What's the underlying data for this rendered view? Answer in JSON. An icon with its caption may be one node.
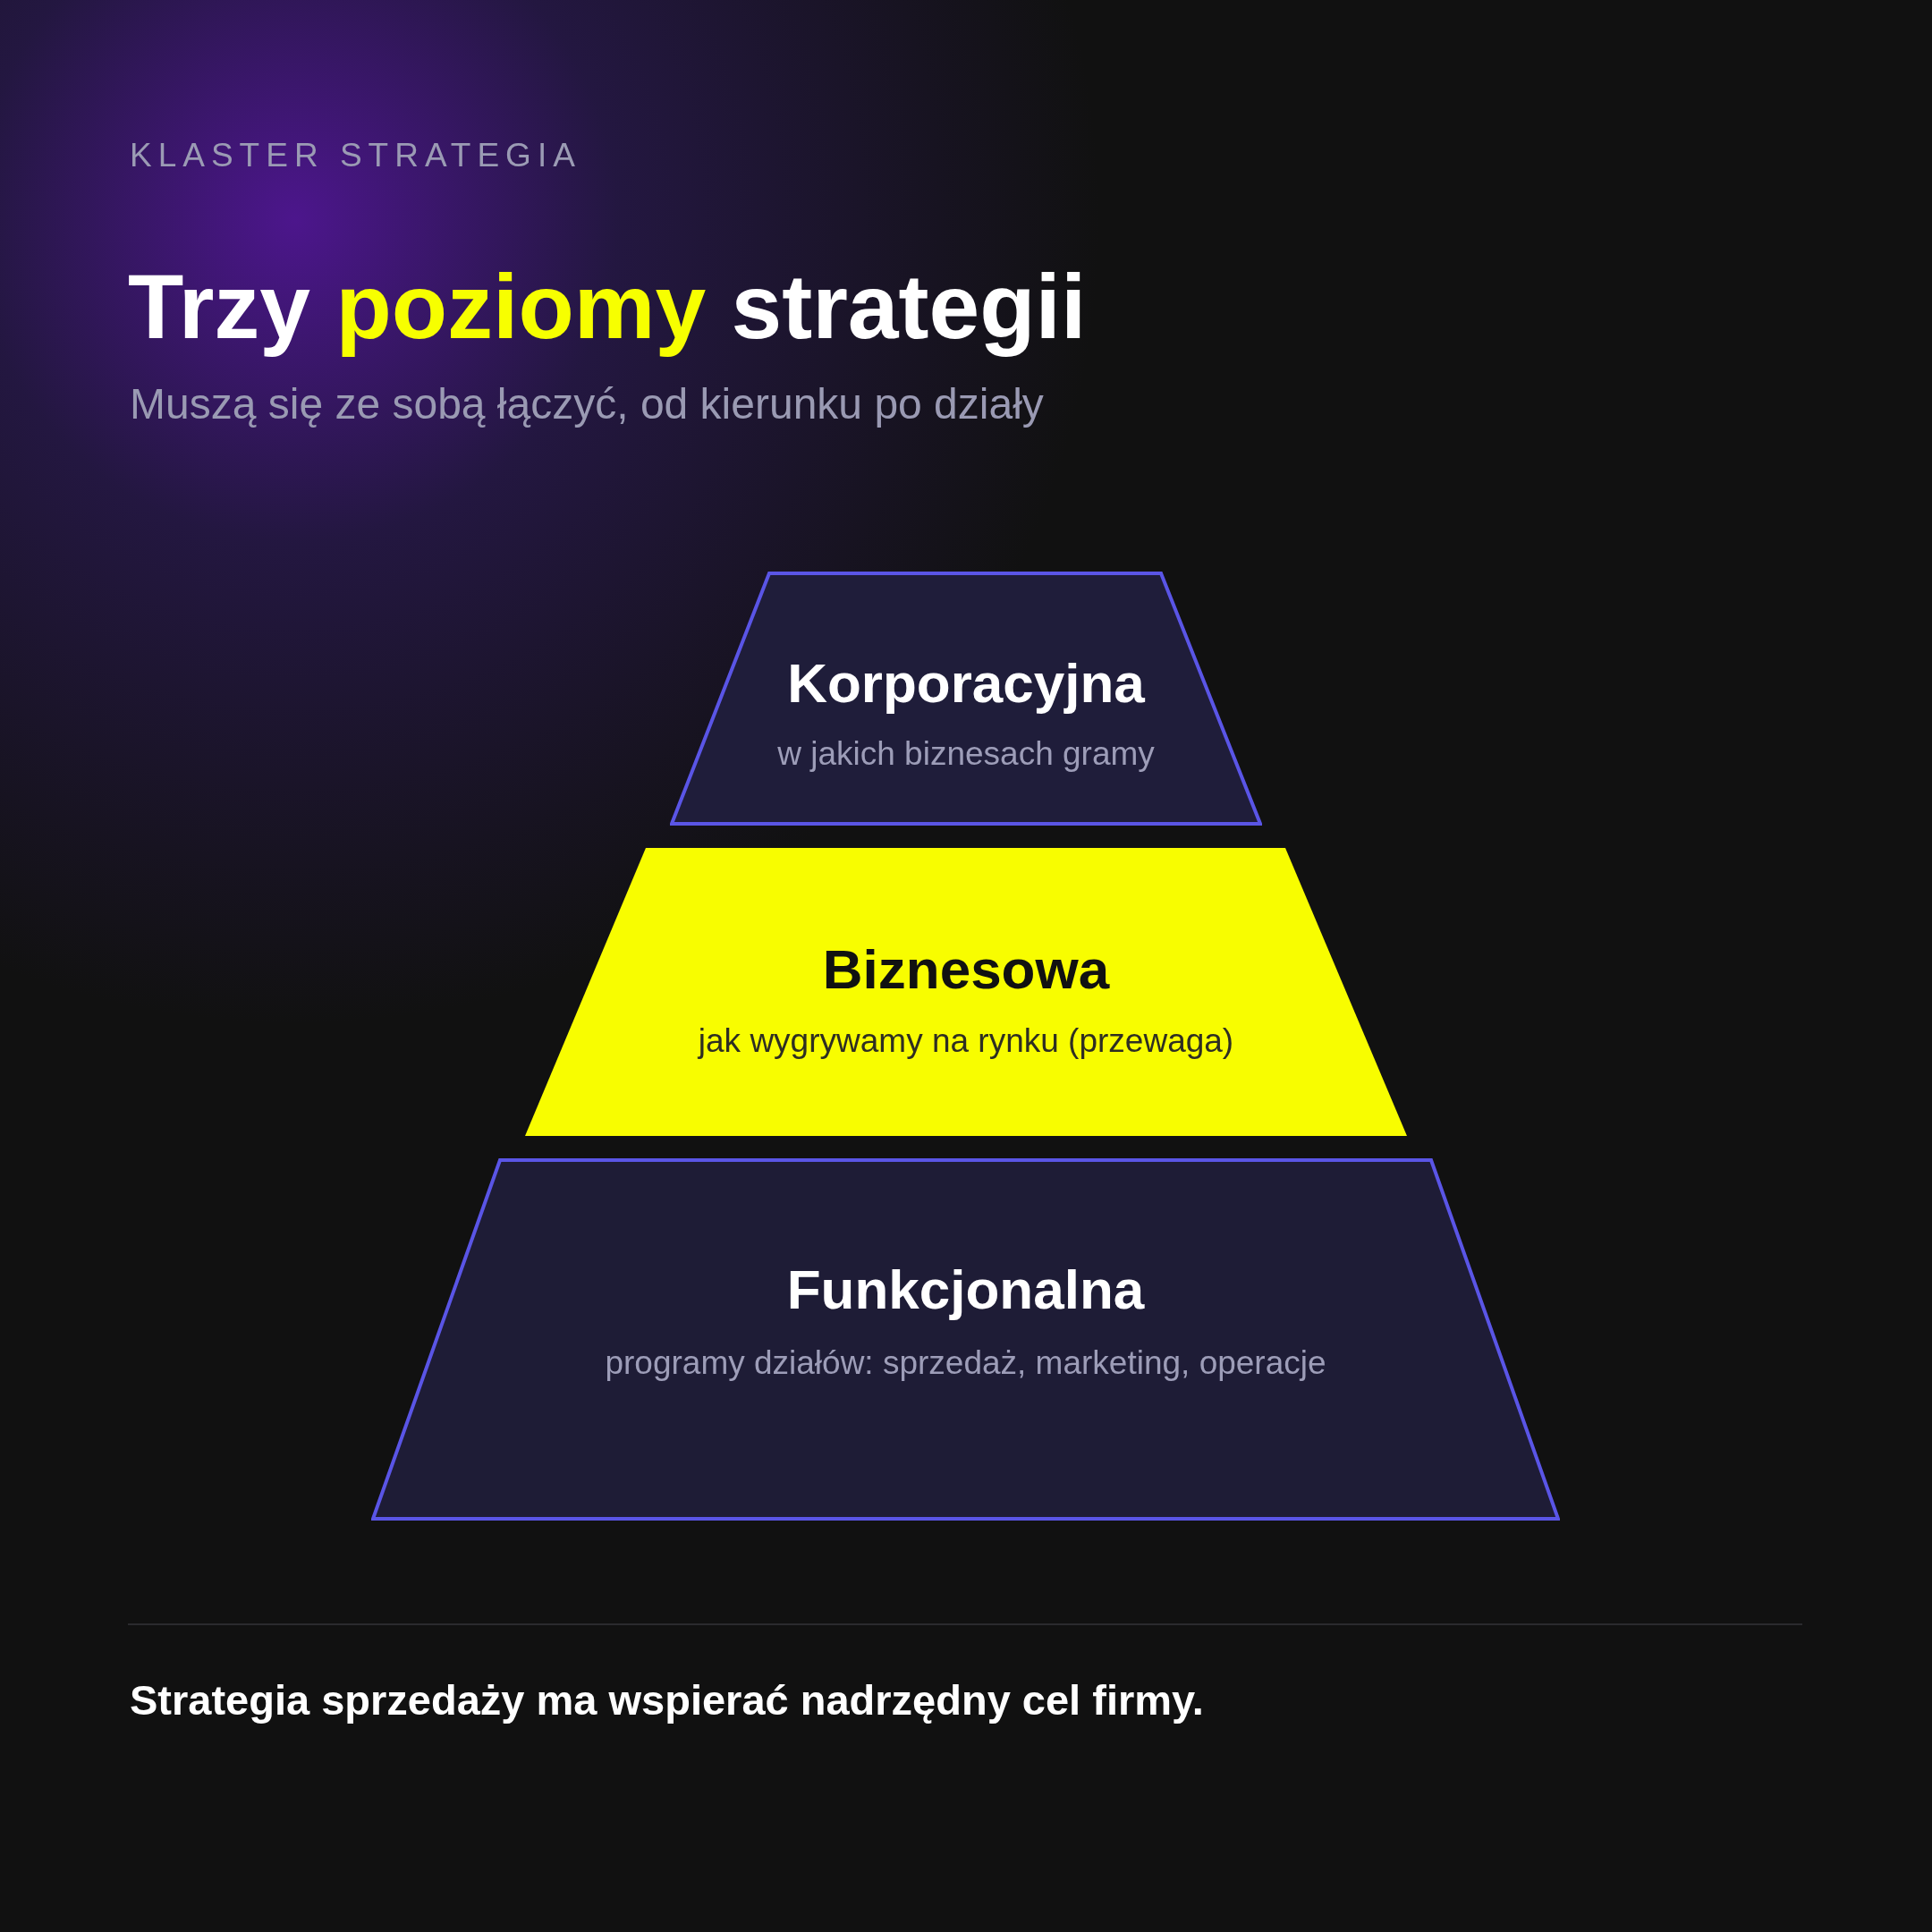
{
  "diagram": {
    "title": "Trzy **poziomy** strategii",
    "caption": "Strategia sprzedaży ma wspierać nadrzędny cel firmy.",
    "nodes": [
      {
        "text": [
          "Korporacyjna",
          "w jakich biznesach gramy"
        ]
      },
      {
        "text": [
          "Biznesowa",
          "jak wygrywamy na rynku (przewaga)"
        ]
      },
      {
        "text": [
          "Funkcjonalna",
          "programy działów: sprzedaż, marketing, operacje"
        ]
      }
    ],
    "labels": [
      "KLASTER STRATEGIA",
      "Muszą się ze sobą łączyć, od kierunku po działy"
    ]
  }
}
